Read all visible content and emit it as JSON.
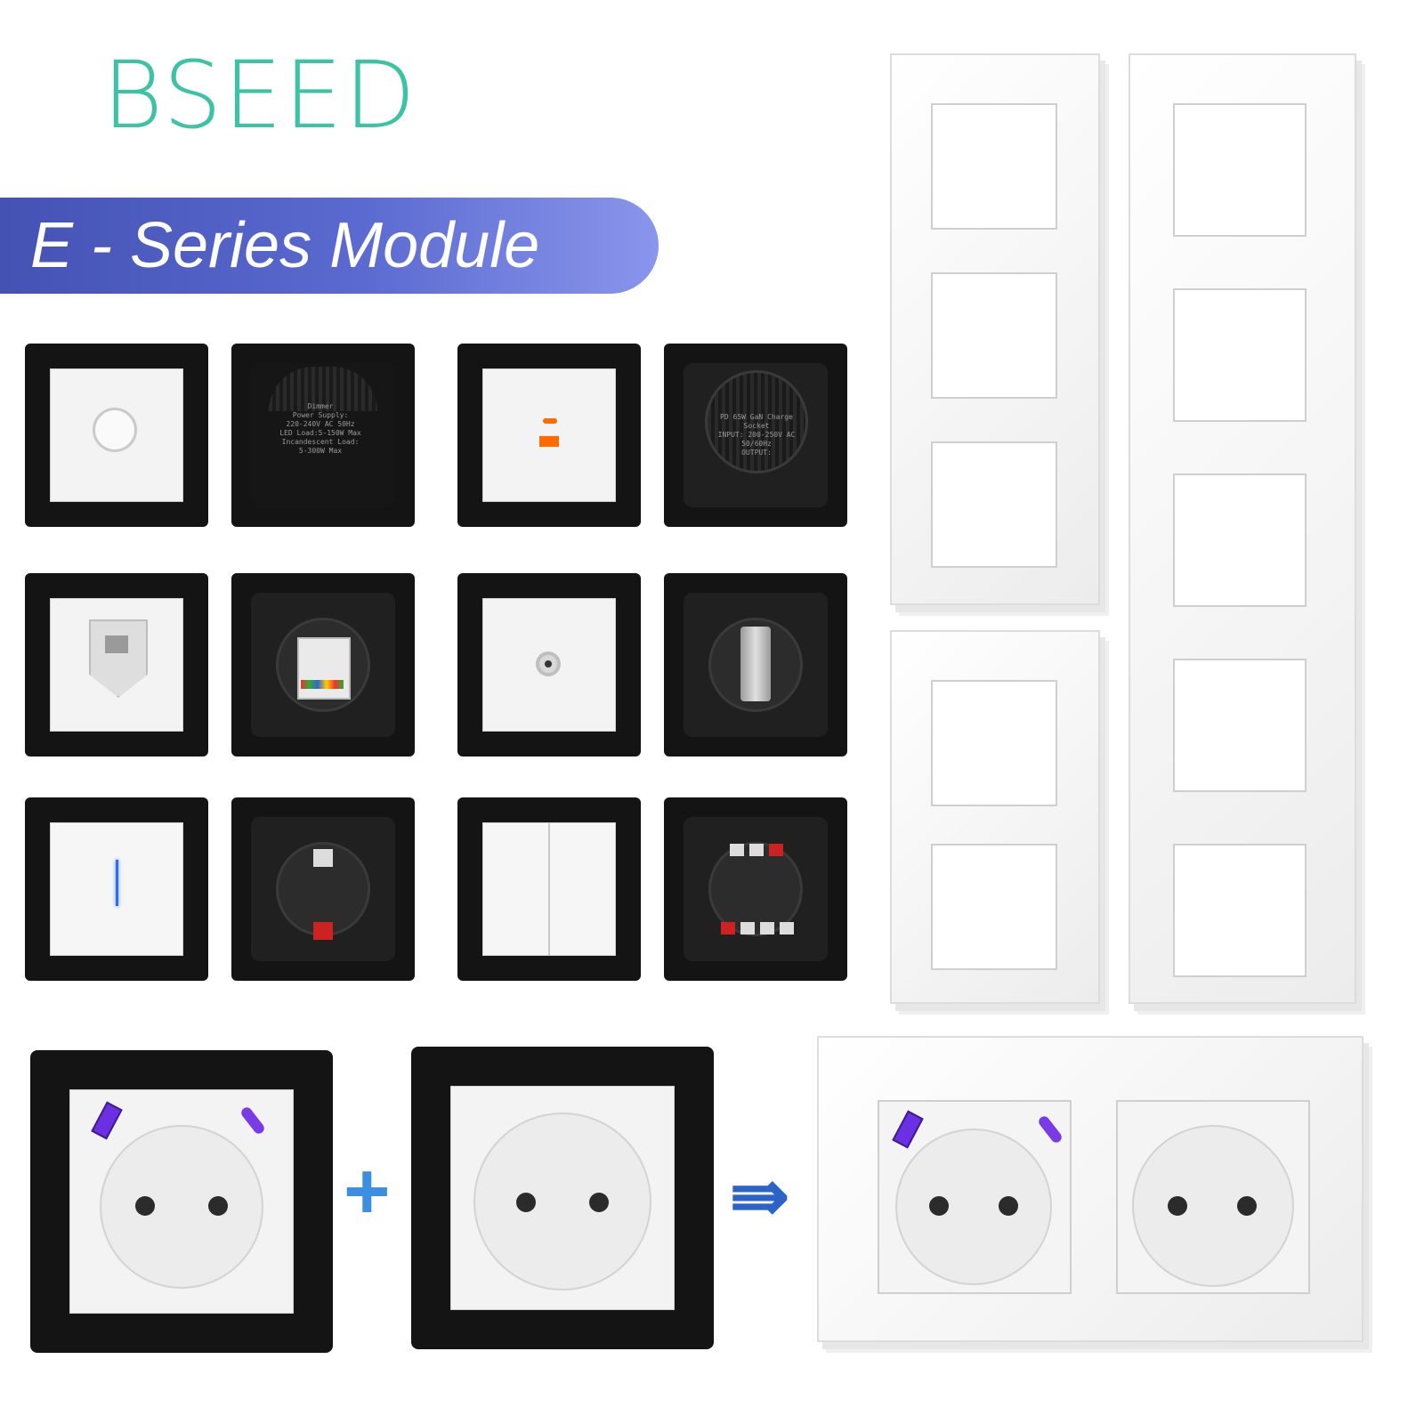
{
  "brand": "BSEED",
  "banner_title": "E - Series Module",
  "colors": {
    "brand": "#3cc3a3",
    "banner": "#5060c4",
    "accent_plus": "#3c8fe0",
    "arrow": "#2b63c9"
  },
  "modules": [
    {
      "name": "dimmer-module",
      "icon": "dimmer-knob-icon"
    },
    {
      "name": "dimmer-back",
      "back_text": "Dimmer\nPower Supply:\n220-240V AC 50Hz\nLED Load:5-150W Max\nIncandescent Load:\n5-300W Max"
    },
    {
      "name": "usb-charger-module",
      "icon": "usb-c-usb-a-icon"
    },
    {
      "name": "usb-charger-back",
      "back_text": "PD 65W GaN Charge Socket\nINPUT: 200-250V AC 50/60Hz\nOUTPUT:"
    },
    {
      "name": "ethernet-module",
      "icon": "rj45-port-icon"
    },
    {
      "name": "ethernet-back"
    },
    {
      "name": "tv-module",
      "icon": "coax-port-icon"
    },
    {
      "name": "tv-back"
    },
    {
      "name": "single-switch-module",
      "icon": "led-indicator-icon"
    },
    {
      "name": "single-switch-back"
    },
    {
      "name": "double-switch-module"
    },
    {
      "name": "double-switch-back"
    }
  ],
  "sockets": [
    {
      "name": "usb-schuko-socket-module"
    },
    {
      "name": "schuko-socket-module"
    }
  ],
  "operators": {
    "plus": "+",
    "arrow": "⇛"
  }
}
